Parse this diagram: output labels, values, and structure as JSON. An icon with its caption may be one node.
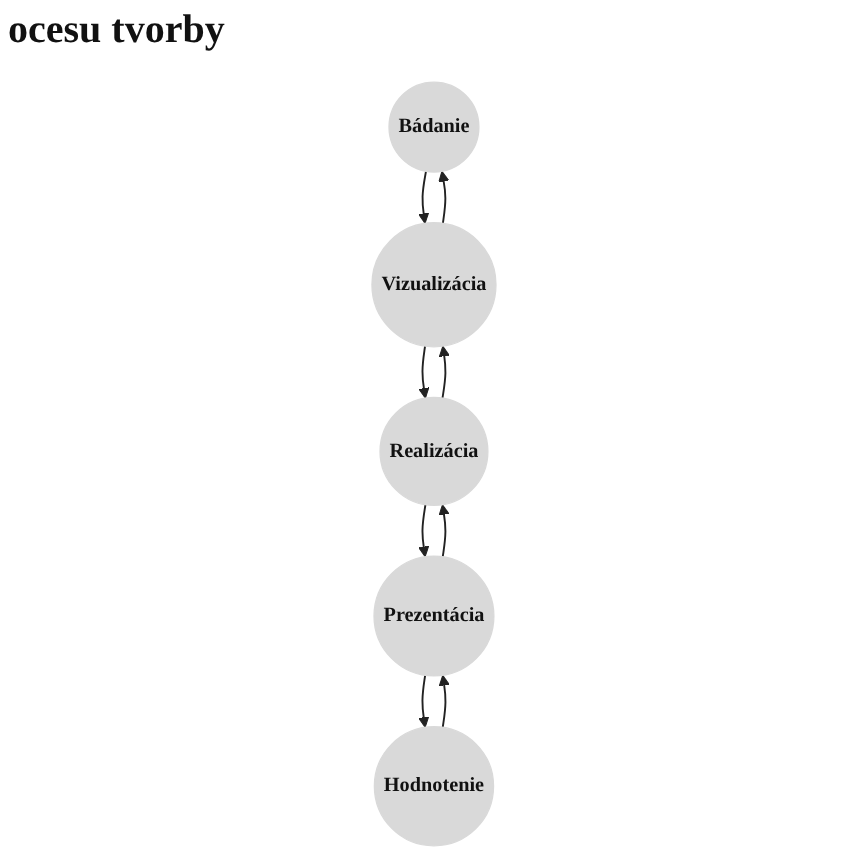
{
  "diagram": {
    "title": "ocesu tvorby",
    "nodes": [
      {
        "text": [
          "Bádanie"
        ]
      },
      {
        "text": [
          "Hodnotenie"
        ]
      },
      {
        "text": [
          "Vizualizácia"
        ]
      },
      {
        "text": [
          "Prezentácia"
        ]
      },
      {
        "text": [
          "Realizácia"
        ]
      }
    ],
    "edges": [
      {
        "from": 0,
        "to": 2,
        "arrow": "to"
      },
      {
        "from": 2,
        "to": 0,
        "arrow": "to"
      },
      {
        "from": 2,
        "to": 4,
        "arrow": "to"
      },
      {
        "from": 4,
        "to": 2,
        "arrow": "to"
      },
      {
        "from": 4,
        "to": 3,
        "arrow": "to"
      },
      {
        "from": 3,
        "to": 4,
        "arrow": "to"
      },
      {
        "from": 3,
        "to": 1,
        "arrow": "to"
      },
      {
        "from": 1,
        "to": 3,
        "arrow": "to"
      }
    ]
  }
}
